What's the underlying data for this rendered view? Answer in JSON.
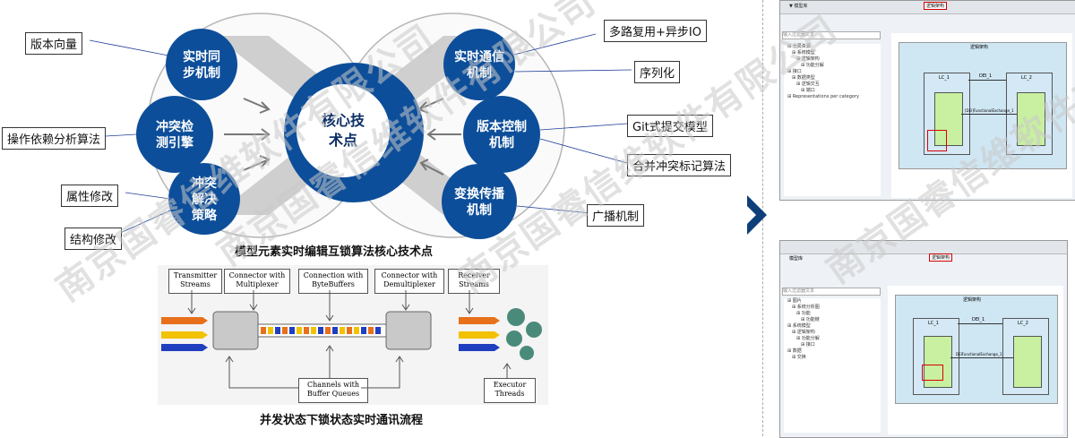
{
  "core": {
    "center": "核心技\n术点",
    "left_bubbles": [
      "实时同\n步机制",
      "冲突检\n测引擎",
      "冲突\n解决\n策略"
    ],
    "right_bubbles": [
      "实时通信\n机制",
      "版本控制\n机制",
      "变换传播\n机制"
    ],
    "callouts_left": [
      "版本向量",
      "操作依赖分析算法",
      "属性修改",
      "结构修改"
    ],
    "callouts_right": [
      "多路复用+异步IO",
      "序列化",
      "Git式提交模型",
      "合并冲突标记算法",
      "广播机制"
    ],
    "caption": "模型元素实时编辑互锁算法核心技术点"
  },
  "flow": {
    "boxes_top": [
      "Transmitter\nStreams",
      "Connector with\nMultiplexer",
      "Connection with\nByteBuffers",
      "Connector with\nDemultiplexer",
      "Receiver\nStreams"
    ],
    "boxes_bottom": [
      "Channels with\nBuffer Queues",
      "Executor\nThreads"
    ],
    "caption": "并发状态下锁状态实时通讯流程",
    "colors": {
      "orange": "#e8701a",
      "yellow": "#f2c200",
      "blue": "#1f3fbf",
      "green": "#4a8a7a"
    }
  },
  "screens": {
    "top": {
      "tabs": [
        "▼ 模型库",
        "逻辑架构"
      ],
      "search_placeholder": "输入过滤器文本",
      "tree": [
        "全局资源",
        "系统模型",
        "逻辑架构",
        "功能分解",
        "接口",
        "数据类型",
        "逻辑交互",
        "端口",
        "Representations per category"
      ],
      "diagram_title": "逻辑架构",
      "block_labels": [
        "LC_1",
        "LC_2"
      ],
      "link_label": "DEI_1",
      "link_label2": "[DEI]FunctionalExchange_1"
    },
    "bottom": {
      "tabs": [
        "模型库",
        "逻辑架构"
      ],
      "search_placeholder": "输入过滤器文本",
      "tree": [
        "图片",
        "系统分析图",
        "功能",
        "功能链",
        "系统模型",
        "逻辑架构",
        "功能分解",
        "接口",
        "数据",
        "交换"
      ],
      "diagram_title": "逻辑架构",
      "block_labels": [
        "LC_1",
        "LC_2"
      ],
      "link_label": "DEI_1",
      "link_label2": "DEIFunctionalExchange_1"
    }
  },
  "watermarks": [
    "南京国睿信维软件有限公司",
    "南京国睿信维软件有限公司",
    "南京国睿信维软件有限公司",
    "南京国睿信维软件有限公司"
  ]
}
